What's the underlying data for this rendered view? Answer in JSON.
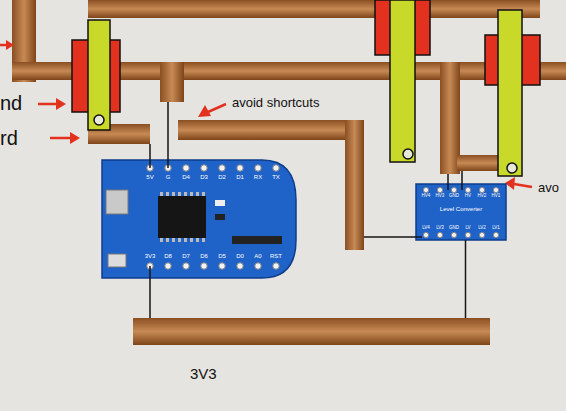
{
  "diagram": {
    "nodes": [
      {
        "text": [
          "Level Converter"
        ]
      },
      {
        "text": [
          "3V3"
        ]
      }
    ],
    "edges": [
      {
        "from": 0,
        "to": 1,
        "arrow": "none"
      }
    ],
    "labels": [
      "nd",
      "rd",
      "avoid shortcuts",
      "avo",
      "5V",
      "G",
      "D4",
      "D3",
      "D2",
      "D1",
      "RX",
      "TX",
      "3V3",
      "D8",
      "D7",
      "D6",
      "D5",
      "D0",
      "A0",
      "RST",
      "HV4",
      "HV3",
      "GND",
      "HV",
      "HV2",
      "HV1",
      "LV4",
      "LV3",
      "GND",
      "LV",
      "LV2",
      "LV1"
    ]
  }
}
